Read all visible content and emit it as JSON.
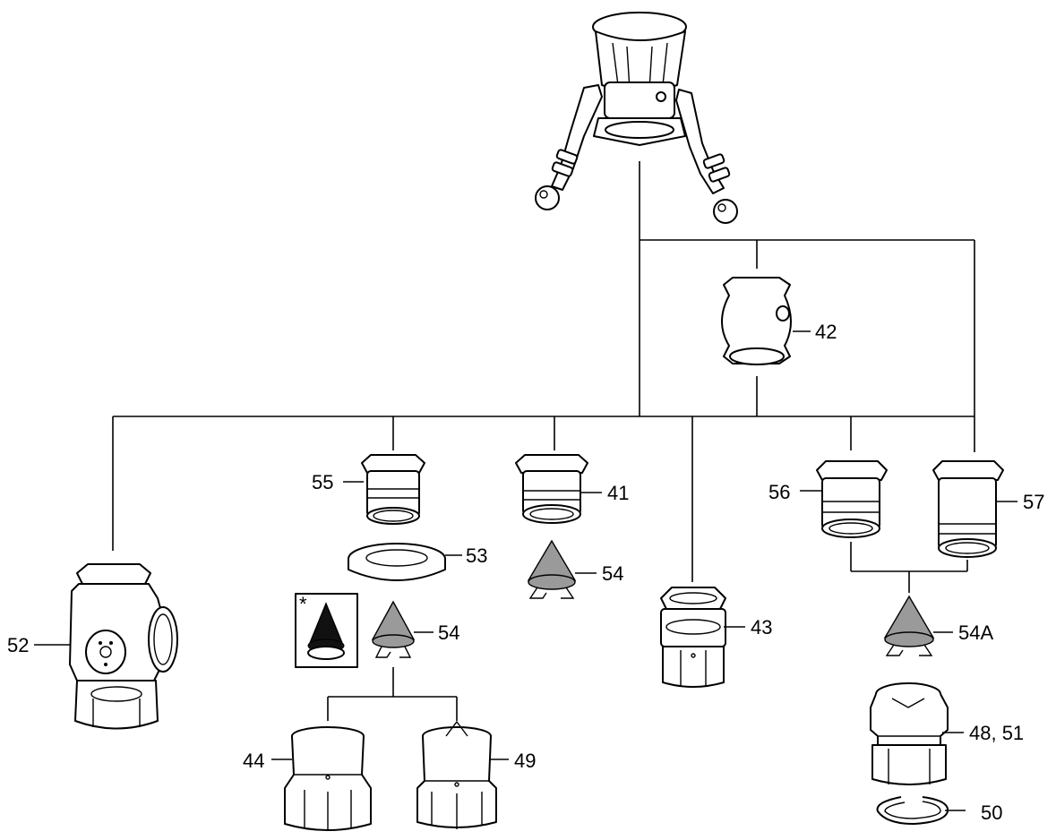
{
  "labels": {
    "p41": "41",
    "p42": "42",
    "p43": "43",
    "p44": "44",
    "p48_51": "48, 51",
    "p49": "49",
    "p50": "50",
    "p52": "52",
    "p53": "53",
    "p54_left": "54",
    "p54_mid": "54",
    "p54a": "54A",
    "p55": "55",
    "p56": "56",
    "p57": "57",
    "note_star": "*"
  },
  "icons": {
    "main_body": "monitor-body-with-handles-icon",
    "extension": "flanged-extension-icon",
    "strainer": "cone-strainer-icon"
  }
}
